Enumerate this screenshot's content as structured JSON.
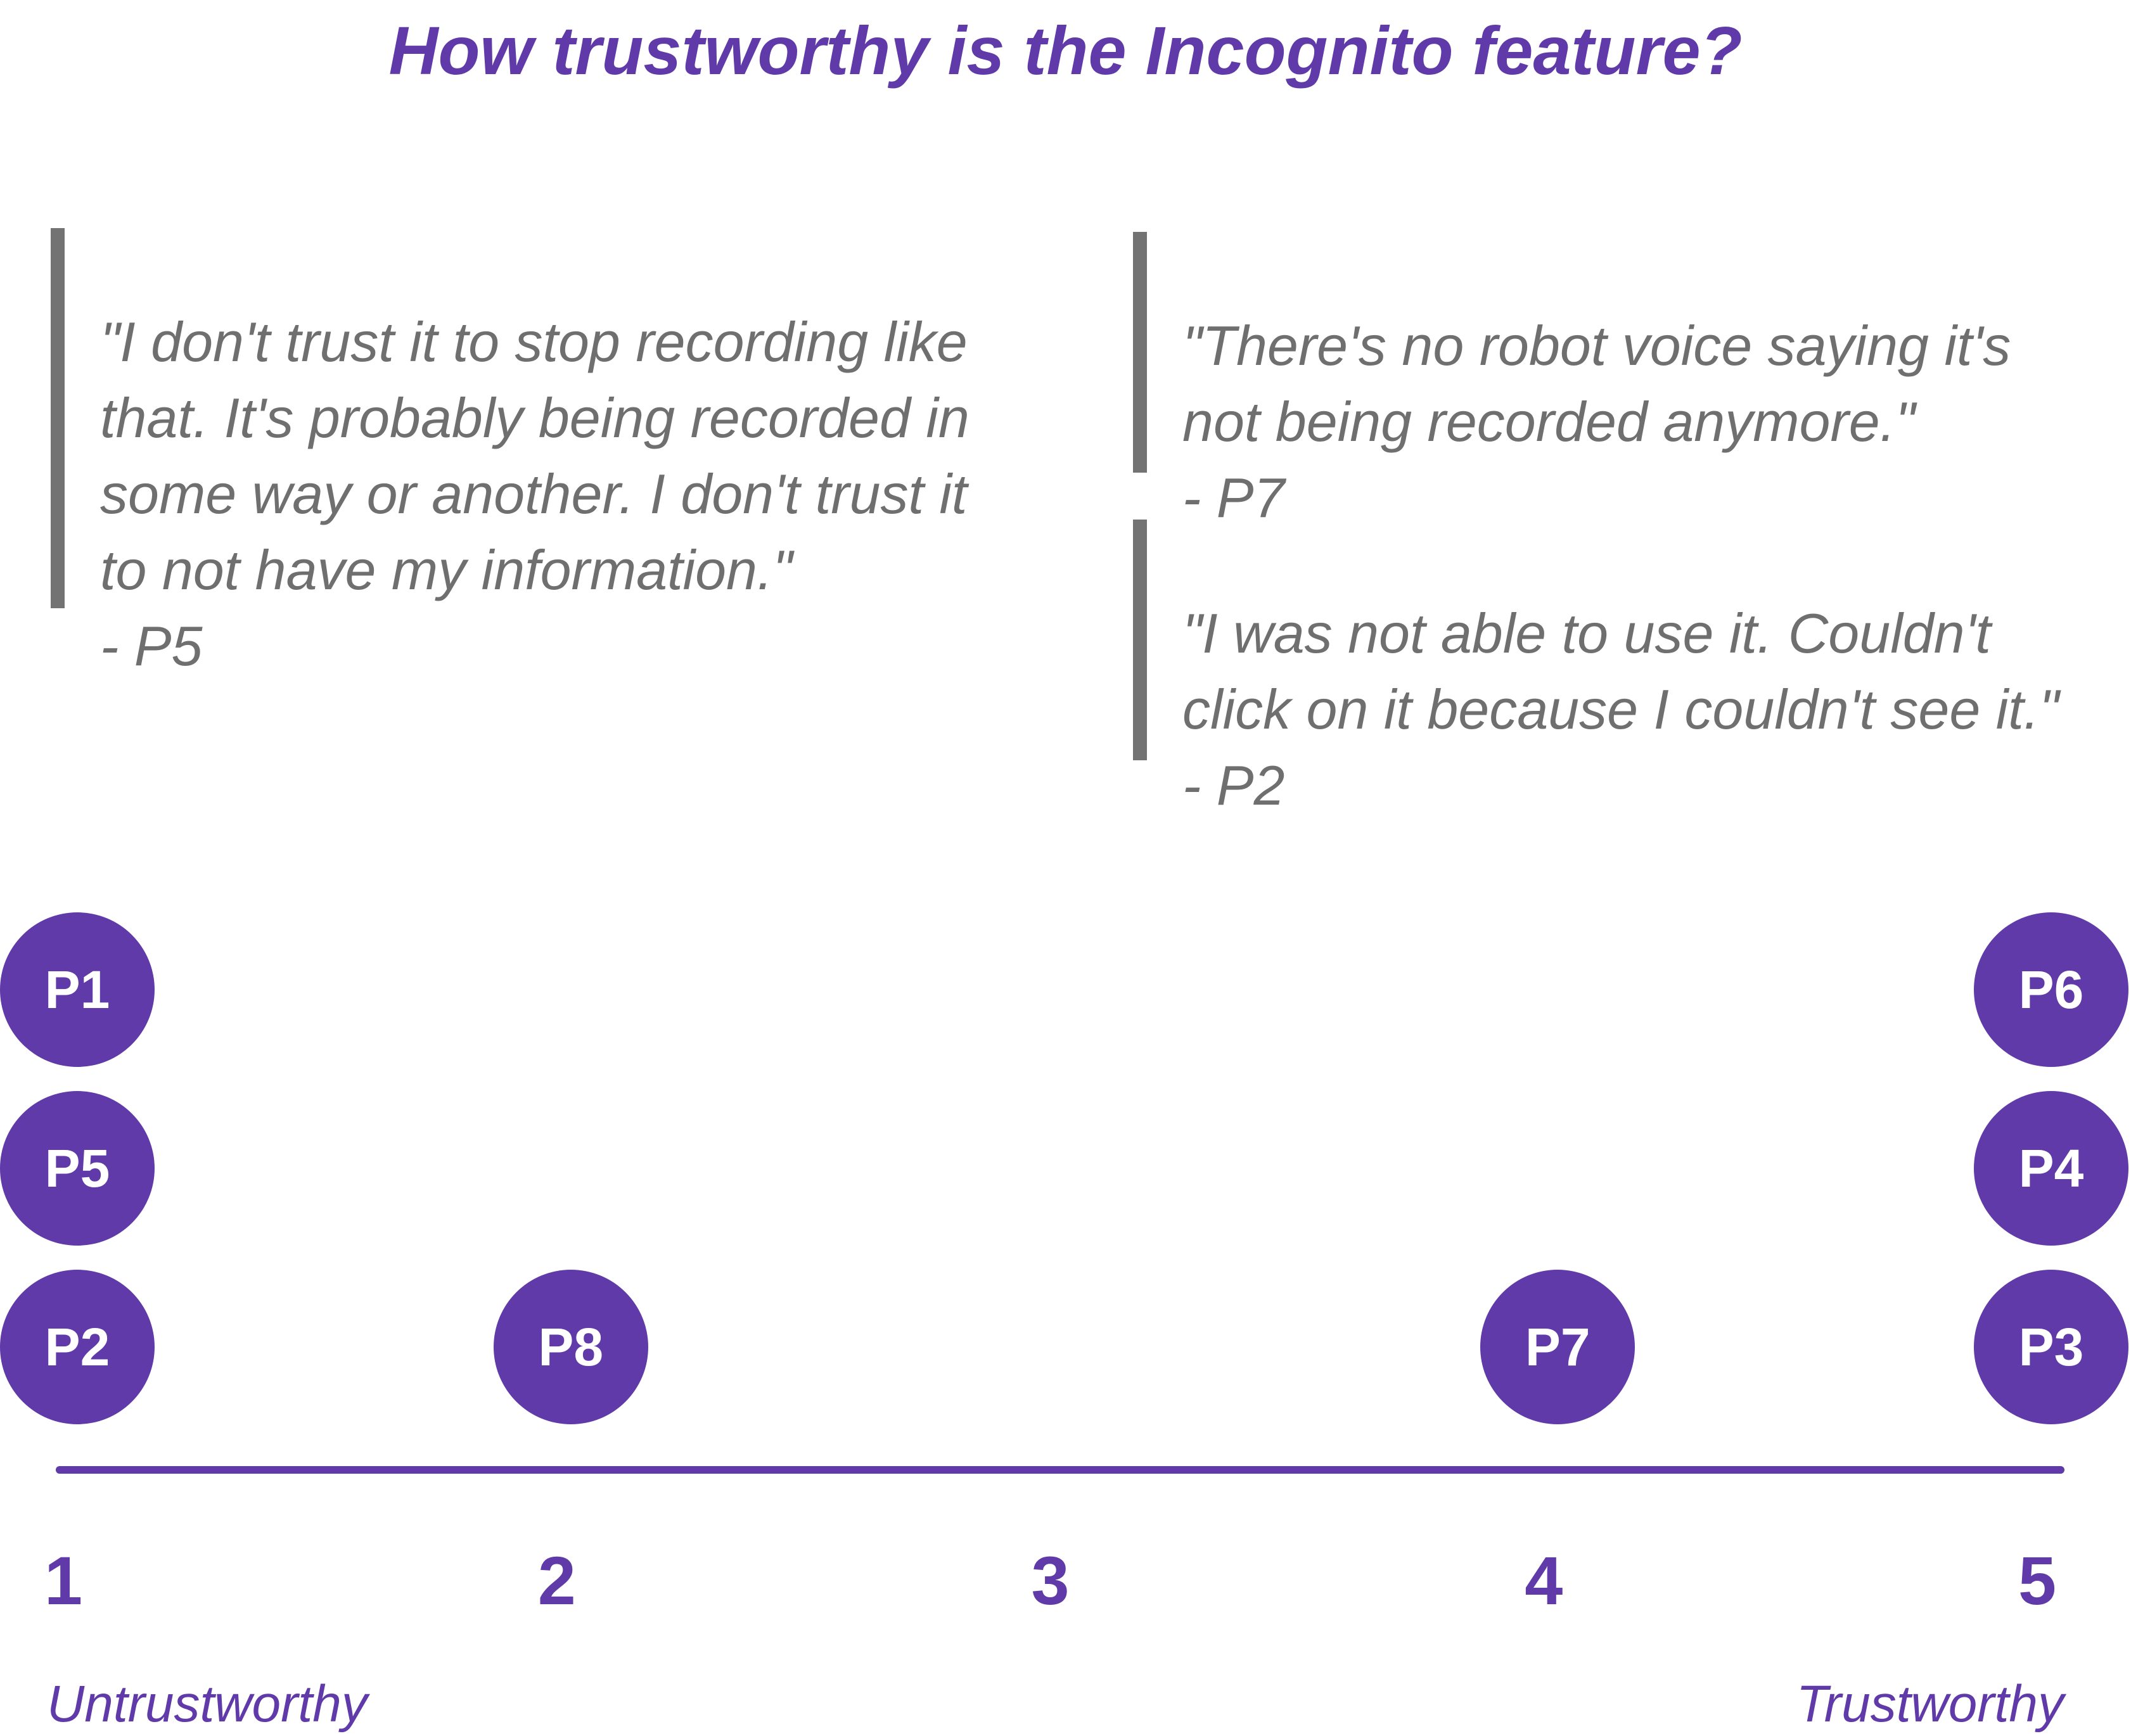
{
  "title": "How trustworthy is the Incognito feature?",
  "quotes": [
    {
      "text": "\"I don't trust it to stop recording like\nthat. It's probably being recorded in\nsome way or another. I don't trust it\nto not have my information.\"",
      "author": "- P5"
    },
    {
      "text": "\"There's no robot voice saying it's\nnot being recorded anymore.\"",
      "author": "- P7"
    },
    {
      "text": "\"I was not able to use it. Couldn't\nclick on it because I couldn't see it.\"",
      "author": "- P2"
    }
  ],
  "chart_data": {
    "type": "scatter",
    "scale": [
      1,
      2,
      3,
      4,
      5
    ],
    "ticks": [
      "1",
      "2",
      "3",
      "4",
      "5"
    ],
    "xlabel_low": "Untrustworthy",
    "xlabel_high": "Trustworthy",
    "participants": [
      {
        "id": "P1",
        "score": 1
      },
      {
        "id": "P5",
        "score": 1
      },
      {
        "id": "P2",
        "score": 1
      },
      {
        "id": "P8",
        "score": 2
      },
      {
        "id": "P7",
        "score": 4
      },
      {
        "id": "P6",
        "score": 5
      },
      {
        "id": "P4",
        "score": 5
      },
      {
        "id": "P3",
        "score": 5
      }
    ],
    "marker_color": "#5f3aa8"
  },
  "colors": {
    "accent": "#5f3aa8",
    "quote_text": "#6f6f6f",
    "quote_bar": "#737373"
  }
}
